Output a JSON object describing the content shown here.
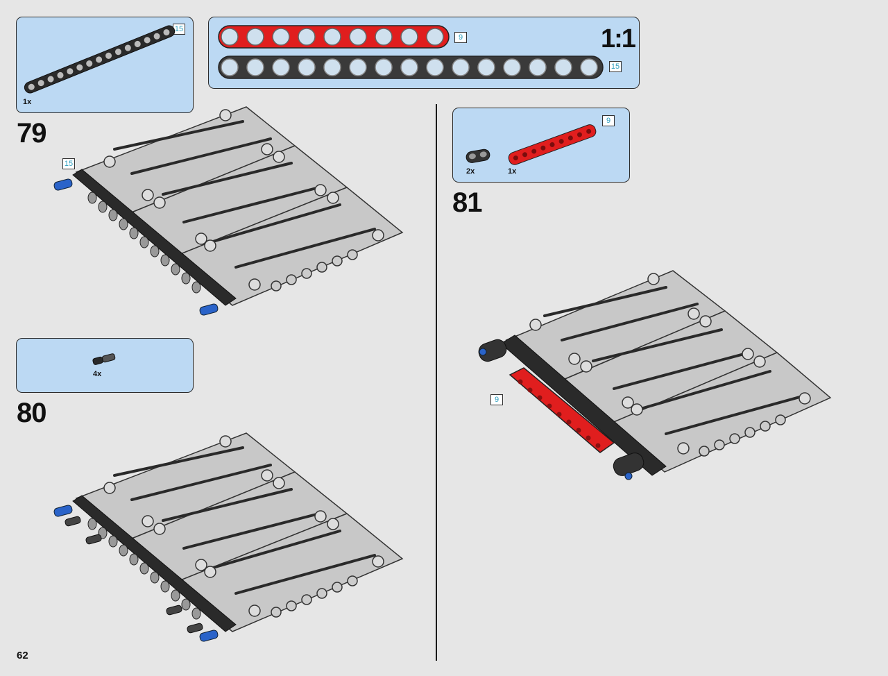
{
  "page_number": "62",
  "scale_label": "1:1",
  "ruler": {
    "red_beam_length": "9",
    "black_beam_length": "15"
  },
  "steps": [
    {
      "number": "79",
      "parts": [
        {
          "quantity": "1x",
          "length_tag": "15"
        }
      ],
      "callout": "15"
    },
    {
      "number": "80",
      "parts": [
        {
          "quantity": "4x"
        }
      ]
    },
    {
      "number": "81",
      "parts": [
        {
          "quantity": "2x"
        },
        {
          "quantity": "1x",
          "length_tag": "9"
        }
      ],
      "callout": "9"
    }
  ],
  "colors": {
    "background": "#e6e6e6",
    "panel": "#bcd9f3",
    "brick_red": "#e01e1e",
    "brick_black": "#2a2a2a",
    "brick_grey": "#c7c7c7",
    "pin_blue": "#2a63c9",
    "tag_text": "#2e9fbf"
  }
}
